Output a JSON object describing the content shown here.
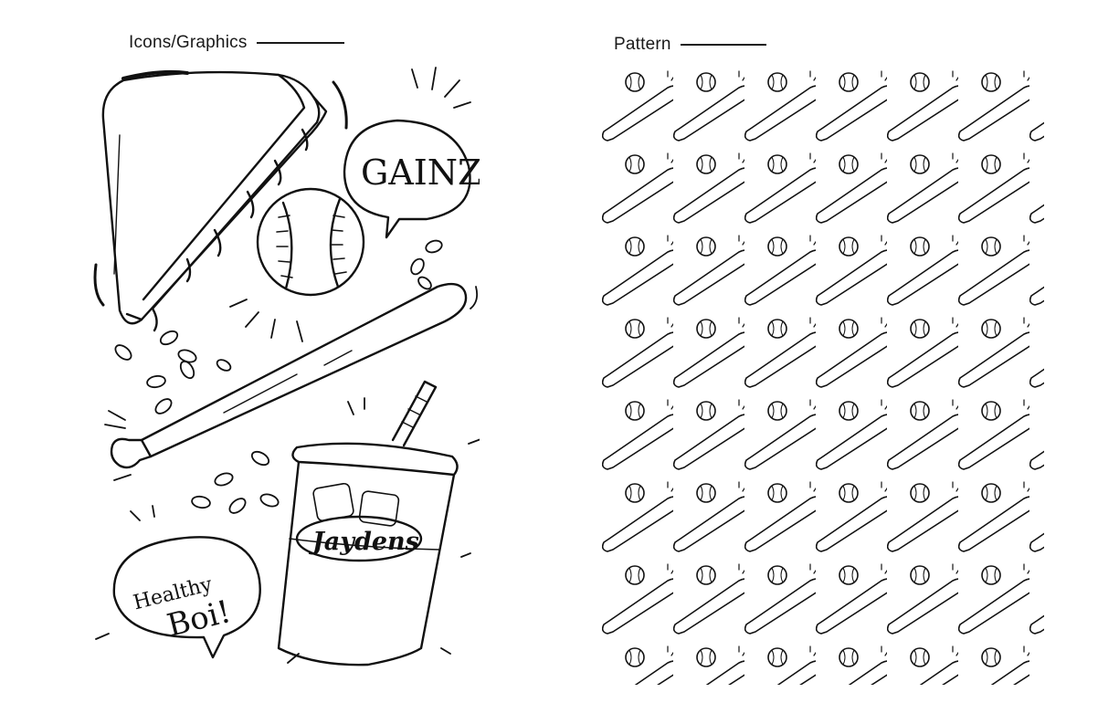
{
  "sections": {
    "icons_label": "Icons/Graphics",
    "pattern_label": "Pattern"
  },
  "illustration": {
    "bubble_top_text": "GAINZ",
    "bubble_bottom_line1": "Healthy",
    "bubble_bottom_line2": "Boi!",
    "cup_label": "Jaydens"
  },
  "colors": {
    "ink": "#111111",
    "background": "#ffffff",
    "label_text": "#1a1a1a"
  },
  "icons": [
    "sandwich-icon",
    "baseball-icon",
    "baseball-bat-icon",
    "drink-cup-icon",
    "sunflower-seed-icon",
    "speech-bubble-icon"
  ]
}
